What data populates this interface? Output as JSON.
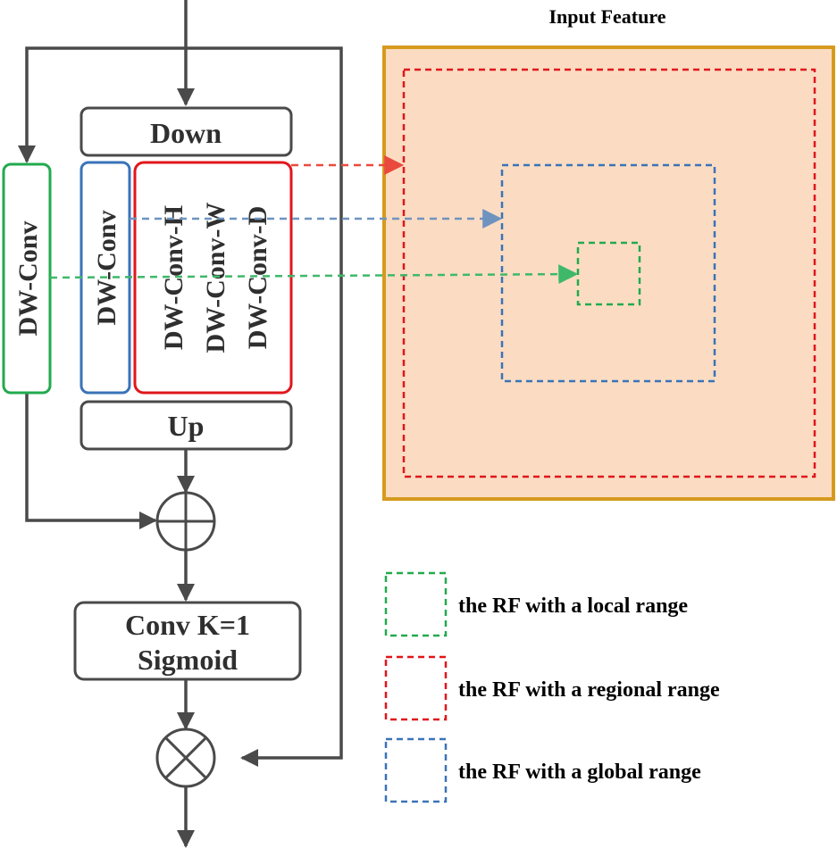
{
  "title": "Input Feature",
  "blocks": {
    "down": "Down",
    "up": "Up",
    "dwconv_outer": "DW-Conv",
    "dwconv_inner": "DW-Conv",
    "dwconv_h": "DW-Conv-H",
    "dwconv_w": "DW-Conv-W",
    "dwconv_d": "DW-Conv-D",
    "conv_line1": "Conv K=1",
    "conv_line2": "Sigmoid"
  },
  "legend": [
    {
      "label": "the RF with a local range",
      "color": "#22aa4e"
    },
    {
      "label": "the RF with a regional range",
      "color": "#e0161c"
    },
    {
      "label": "the RF with a global range",
      "color": "#3a73b8"
    }
  ],
  "colors": {
    "line": "#4a4a4a",
    "feature_fill": "#fbdcc2",
    "feature_border": "#d69a1e",
    "green": "#22aa4e",
    "red": "#e0161c",
    "blue": "#3a73b8"
  }
}
